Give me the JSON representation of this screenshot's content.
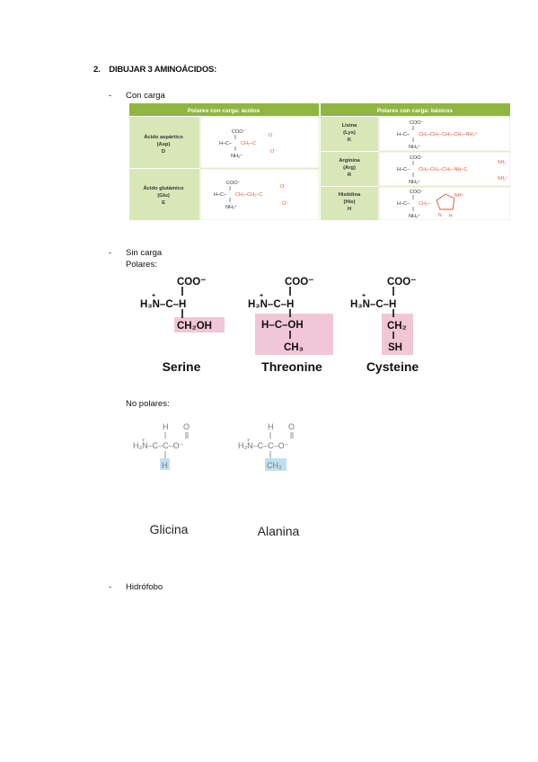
{
  "section": {
    "number": "2.",
    "title": "DIBUJAR 3 AMINOÁCIDOS:"
  },
  "bullets": {
    "charged": "Con carga",
    "uncharged": "Sin carga",
    "polar": "Polares:",
    "nonpolar": "No polares:",
    "hydrophobic": "Hidrófobo"
  },
  "charged_table": {
    "acid_header": "Polares con carga: ácidos",
    "basic_header": "Polares con carga: básicos",
    "acid_rows": [
      {
        "name": "Ácido aspártico",
        "abbr": "(Asp)",
        "letter": "D"
      },
      {
        "name": "Ácido glutámico",
        "abbr": "(Glu)",
        "letter": "E"
      }
    ],
    "basic_rows": [
      {
        "name": "Lisina",
        "abbr": "(Lys)",
        "letter": "K"
      },
      {
        "name": "Arginina",
        "abbr": "(Arg)",
        "letter": "R"
      },
      {
        "name": "Histidina",
        "abbr": "(His)",
        "letter": "H"
      }
    ],
    "colors": {
      "header_bg": "#8fb640",
      "cell_bg": "#d9e6b8",
      "sidechain": "#e05a3a"
    }
  },
  "polar_structures": [
    {
      "name": "Serine",
      "side": "CH2OH"
    },
    {
      "name": "Threonine",
      "side": "H–C–OH / CH3"
    },
    {
      "name": "Cysteine",
      "side": "CH2 / SH"
    }
  ],
  "nonpolar_structures": [
    {
      "name": "Glicina"
    },
    {
      "name": "Alanina"
    }
  ],
  "colors": {
    "pink_highlight": "#f1c6d6",
    "blue_highlight": "#bfe0ef"
  }
}
